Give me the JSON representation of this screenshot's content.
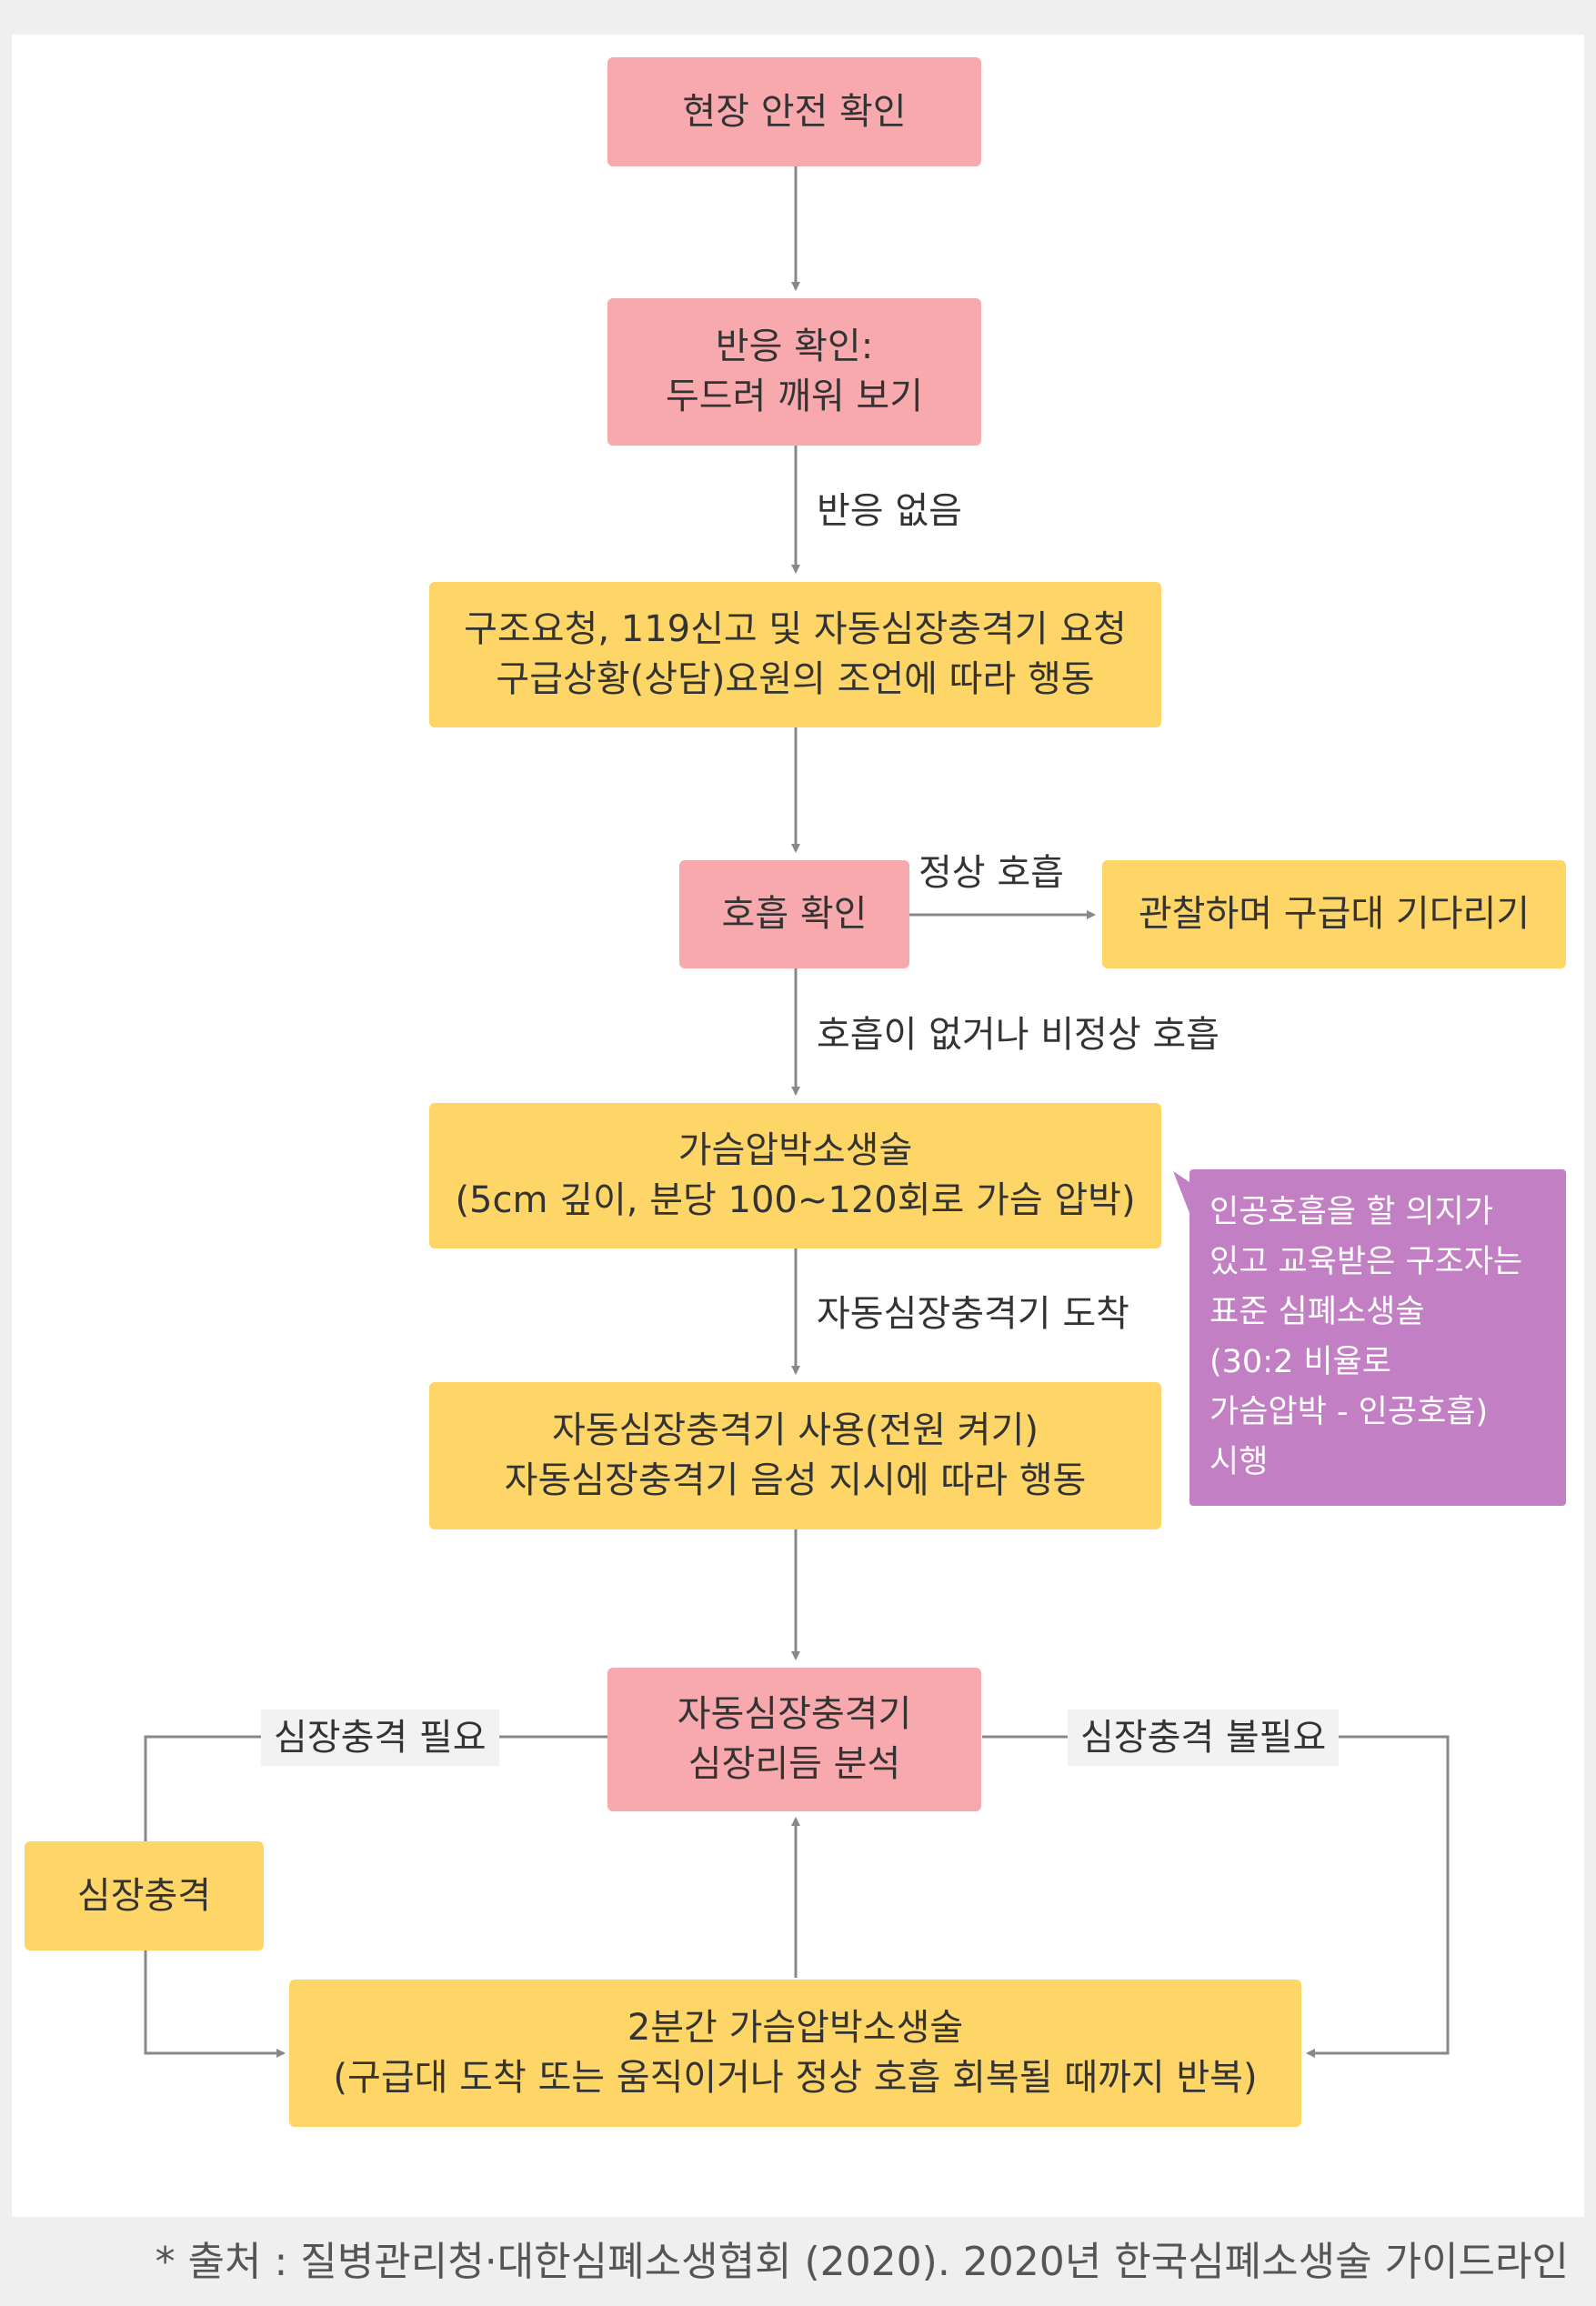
{
  "steps": {
    "site_safety": "현장 안전 확인",
    "response_check_1": "반응 확인:",
    "response_check_2": "두드려 깨워 보기",
    "call_help_1": "구조요청, 119신고 및 자동심장충격기 요청",
    "call_help_2": "구급상황(상담)요원의 조언에 따라 행동",
    "breathing_check": "호흡 확인",
    "observe_wait": "관찰하며 구급대 기다리기",
    "cpr_1": "가슴압박소생술",
    "cpr_2": "(5cm 깊이, 분당 100~120회로 가슴 압박)",
    "aed_use_1": "자동심장충격기 사용(전원 켜기)",
    "aed_use_2": "자동심장충격기 음성 지시에 따라 행동",
    "rhythm_analysis_1": "자동심장충격기",
    "rhythm_analysis_2": "심장리듬 분석",
    "shock": "심장충격",
    "cpr_2min_1": "2분간 가슴압박소생술",
    "cpr_2min_2": "(구급대 도착 또는 움직이거나 정상 호흡 회복될 때까지 반복)"
  },
  "edge_labels": {
    "no_response": "반응 없음",
    "normal_breathing": "정상 호흡",
    "abnormal_breathing": "호흡이 없거나 비정상 호흡",
    "aed_arrival": "자동심장충격기 도착",
    "shock_needed": "심장충격 필요",
    "shock_not_needed": "심장충격 불필요"
  },
  "note": {
    "line1": "인공호흡을 할 의지가",
    "line2": "있고 교육받은 구조자는",
    "line3": "표준 심폐소생술",
    "line4": "(30:2 비율로",
    "line5": "가슴압박 - 인공호흡)",
    "line6": "시행"
  },
  "source": "* 출처 : 질병관리청·대한심폐소생협회 (2020). 2020년 한국심폐소생술 가이드라인",
  "colors": {
    "pink": "#f8a9ad",
    "yellow": "#fed667",
    "purple": "#c27fc3",
    "line": "#888888"
  }
}
